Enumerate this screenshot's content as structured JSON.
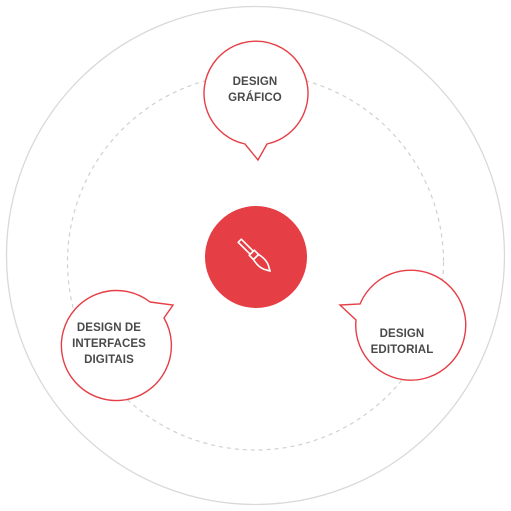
{
  "diagram": {
    "center": {
      "icon": "paintbrush-icon",
      "color": "#e53e45"
    },
    "nodes": [
      {
        "id": "top",
        "label": "DESIGN\nGRÁFICO"
      },
      {
        "id": "left",
        "label": "DESIGN DE\nINTERFACES\nDIGITAIS"
      },
      {
        "id": "right",
        "label": "DESIGN\nEDITORIAL"
      }
    ],
    "colors": {
      "accent": "#e53e45",
      "outer_ring": "#d9d9d9",
      "dashed_ring": "#d0d0d0",
      "text": "#4a4a4a"
    }
  }
}
